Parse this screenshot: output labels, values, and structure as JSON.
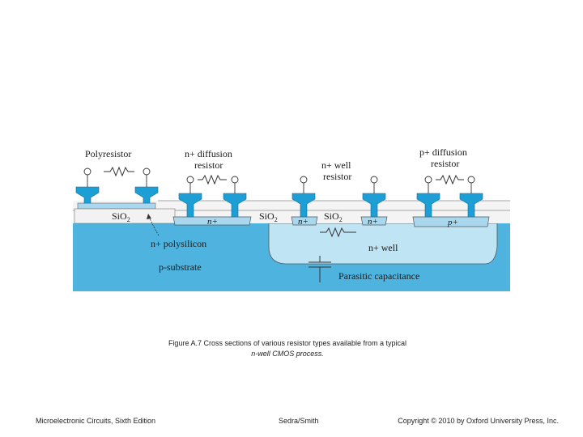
{
  "diagram": {
    "labels": {
      "polyresistor": "Polyresistor",
      "n_diff_line1": "n+ diffusion",
      "n_diff_line2": "resistor",
      "n_well_line1": "n+ well",
      "n_well_line2": "resistor",
      "p_diff_line1": "p+ diffusion",
      "p_diff_line2": "resistor",
      "sio2_left": "SiO",
      "sio2_mid1": "SiO",
      "sio2_mid2": "SiO",
      "sio2_sub": "2",
      "n_plus_1": "n+",
      "n_plus_2": "n+",
      "n_plus_3": "n+",
      "p_plus": "p+",
      "n_polysilicon": "n+ polysilicon",
      "p_substrate": "p-substrate",
      "n_well": "n+ well",
      "parasitic": "Parasitic capacitance"
    },
    "colors": {
      "substrate": "#4fb3df",
      "well": "#bfe4f4",
      "metal": "#1d9fd6",
      "oxide": "#f2f2f2",
      "diffusion": "#a9d8ee"
    }
  },
  "caption": {
    "line1": "Figure A.7 Cross sections of various resistor types available from a typical",
    "line2": "n-well CMOS process."
  },
  "footer": {
    "left": "Microelectronic Circuits, Sixth Edition",
    "center": "Sedra/Smith",
    "right": "Copyright © 2010 by Oxford University Press, Inc."
  }
}
